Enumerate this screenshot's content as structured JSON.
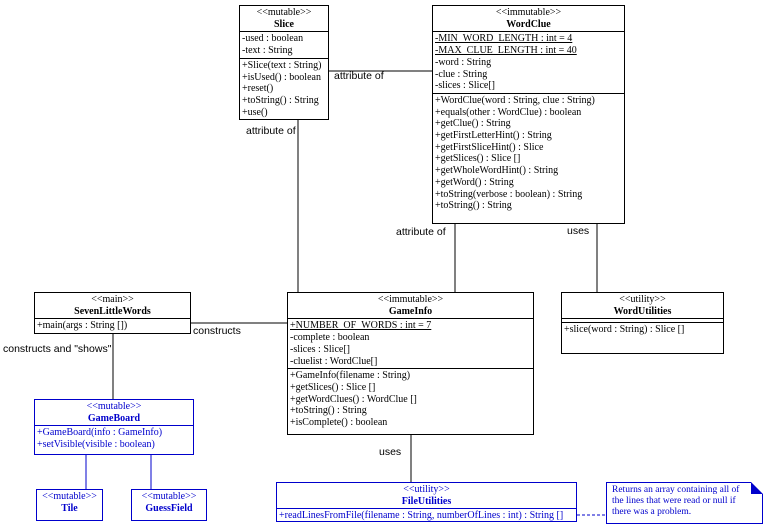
{
  "classes": {
    "slice": {
      "stereotype": "<<mutable>>",
      "name": "Slice",
      "attributes": [
        "-used : boolean",
        "-text : String"
      ],
      "operations": [
        "+Slice(text : String)",
        "+isUsed() : boolean",
        "+reset()",
        "+toString() : String",
        "+use()"
      ]
    },
    "wordclue": {
      "stereotype": "<<immutable>>",
      "name": "WordClue",
      "attributes": [
        "-MIN_WORD_LENGTH : int = 4",
        "-MAX_CLUE_LENGTH : int = 40",
        "-word : String",
        "-clue : String",
        "-slices : Slice[]"
      ],
      "operations": [
        "+WordClue(word : String, clue : String)",
        "+equals(other : WordClue) : boolean",
        "+getClue() : String",
        "+getFirstLetterHint() : String",
        "+getFirstSliceHint() : Slice",
        "+getSlices() : Slice []",
        "+getWholeWordHint() : String",
        "+getWord() : String",
        "+toString(verbose : boolean) : String",
        "+toString() : String"
      ]
    },
    "sevenlittlewords": {
      "stereotype": "<<main>>",
      "name": "SevenLittleWords",
      "attributes": [],
      "operations": [
        "+main(args : String [])"
      ]
    },
    "gameinfo": {
      "stereotype": "<<immutable>>",
      "name": "GameInfo",
      "attributes": [
        "+NUMBER_OF_WORDS : int = 7",
        "-complete : boolean",
        "-slices : Slice[]",
        "-cluelist : WordClue[]"
      ],
      "operations": [
        "+GameInfo(filename : String)",
        "+getSlices() : Slice []",
        "+getWordClues() : WordClue []",
        "+toString() : String",
        "+isComplete() : boolean"
      ]
    },
    "wordutilities": {
      "stereotype": "<<utility>>",
      "name": "WordUtilities",
      "attributes": [],
      "operations": [
        "+slice(word : String) : Slice []"
      ]
    },
    "gameboard": {
      "stereotype": "<<mutable>>",
      "name": "GameBoard",
      "attributes": [],
      "operations": [
        "+GameBoard(info : GameInfo)",
        "+setVisible(visible : boolean)"
      ]
    },
    "tile": {
      "stereotype": "<<mutable>>",
      "name": "Tile"
    },
    "guessfield": {
      "stereotype": "<<mutable>>",
      "name": "GuessField"
    },
    "fileutilities": {
      "stereotype": "<<utility>>",
      "name": "FileUtilities",
      "attributes": [],
      "operations": [
        "+readLinesFromFile(filename : String, numberOfLines : int) : String []"
      ]
    }
  },
  "relation_labels": {
    "slice_wordclue": "attribute of",
    "slice_gameinfo": "attribute of",
    "wordclue_gameinfo": "attribute of",
    "wordclue_wordutilities": "uses",
    "main_gameinfo": "constructs",
    "main_gameboard": "constructs and \"shows\"",
    "gameinfo_fileutilities": "uses"
  },
  "note": "Returns an array containing all of the lines that were read or null if there was a problem.",
  "colors": {
    "line": "#000000",
    "blue": "#0000cc"
  }
}
